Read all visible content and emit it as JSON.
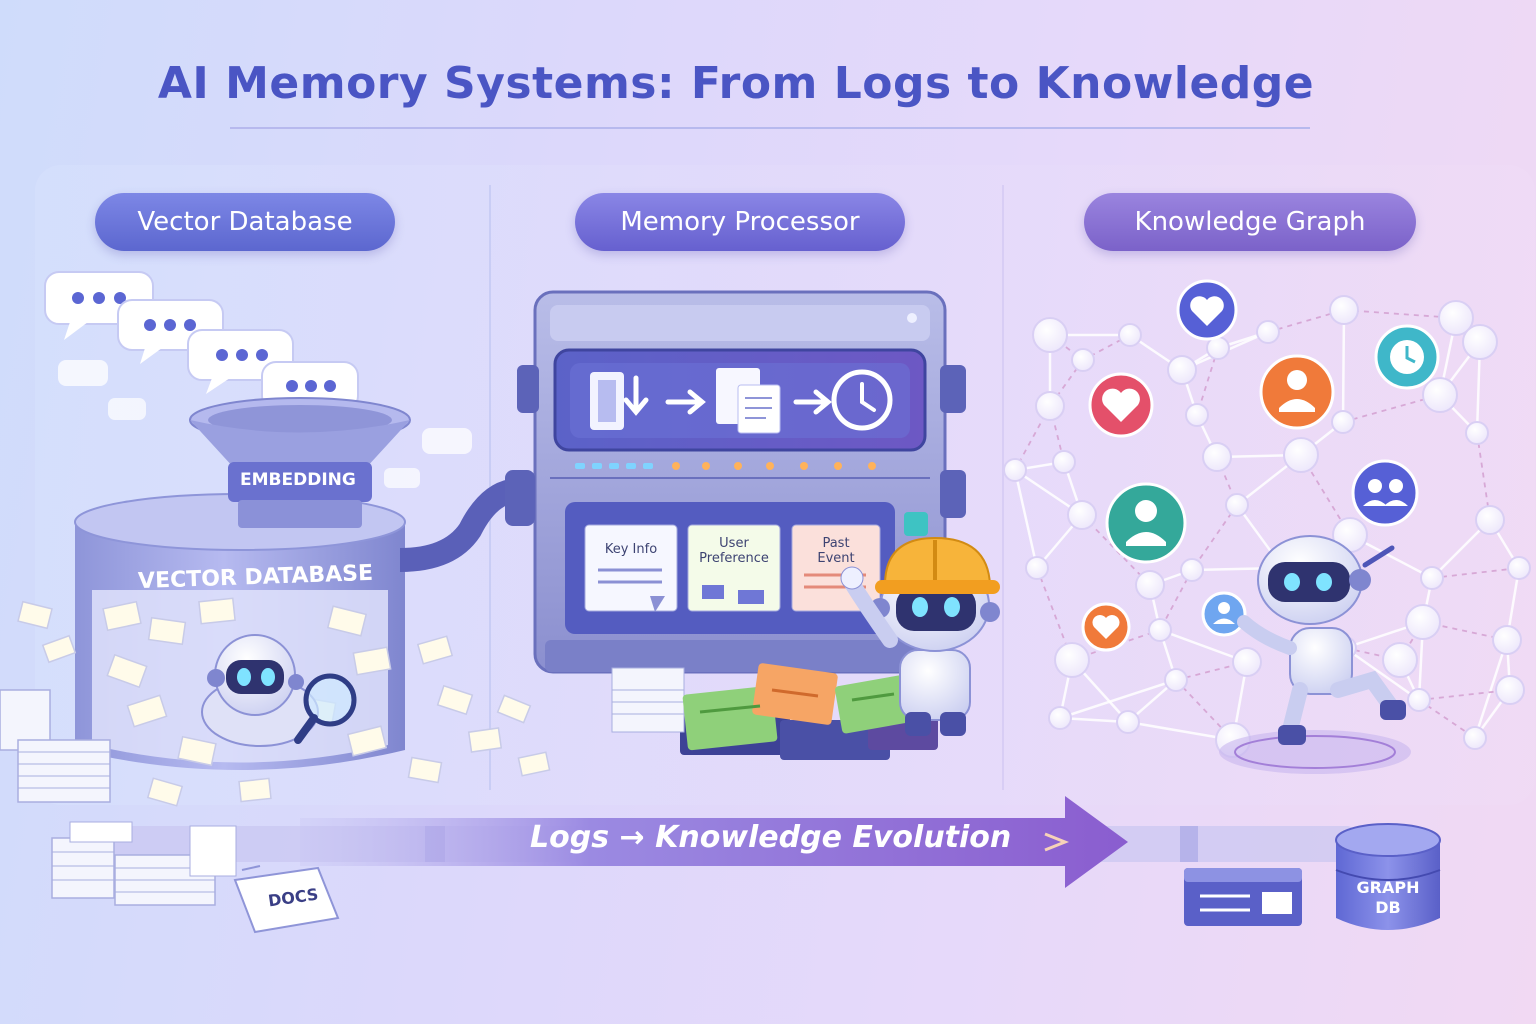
{
  "title": "AI Memory Systems: From Logs to Knowledge",
  "sections": {
    "vector": {
      "header": "Vector Database",
      "funnel_label": "EMBEDDING",
      "cylinder_label": "VECTOR DATABASE",
      "docs_label": "DOCS"
    },
    "processor": {
      "header": "Memory Processor",
      "cards": [
        {
          "line1": "Key Info",
          "line2": ""
        },
        {
          "line1": "User",
          "line2": "Preference"
        },
        {
          "line1": "Past",
          "line2": "Event"
        }
      ]
    },
    "graph": {
      "header": "Knowledge Graph",
      "db_line1": "GRAPH",
      "db_line2": "DB"
    }
  },
  "flow": {
    "label": "Logs → Knowledge Evolution"
  },
  "colors": {
    "title": "#4a55c4",
    "pill_blue": "#6a74d8",
    "pill_purple": "#7b62c9",
    "arrow": "#8b5fd0",
    "heart": "#e4506a",
    "person_orange": "#f07a3a",
    "person_teal": "#34a89a",
    "clock_teal": "#3fb7c9",
    "group_blue": "#5660d6",
    "card_green": "#8fd07a",
    "card_orange": "#f6a565",
    "card_pink": "#f6c9c4"
  },
  "icons": [
    "chat-bubble-icon",
    "funnel-icon",
    "database-cylinder-icon",
    "robot-icon",
    "magnifier-icon",
    "compress-icon",
    "document-icon",
    "clock-icon",
    "heart-icon",
    "person-icon",
    "group-icon",
    "hard-hat-icon"
  ]
}
